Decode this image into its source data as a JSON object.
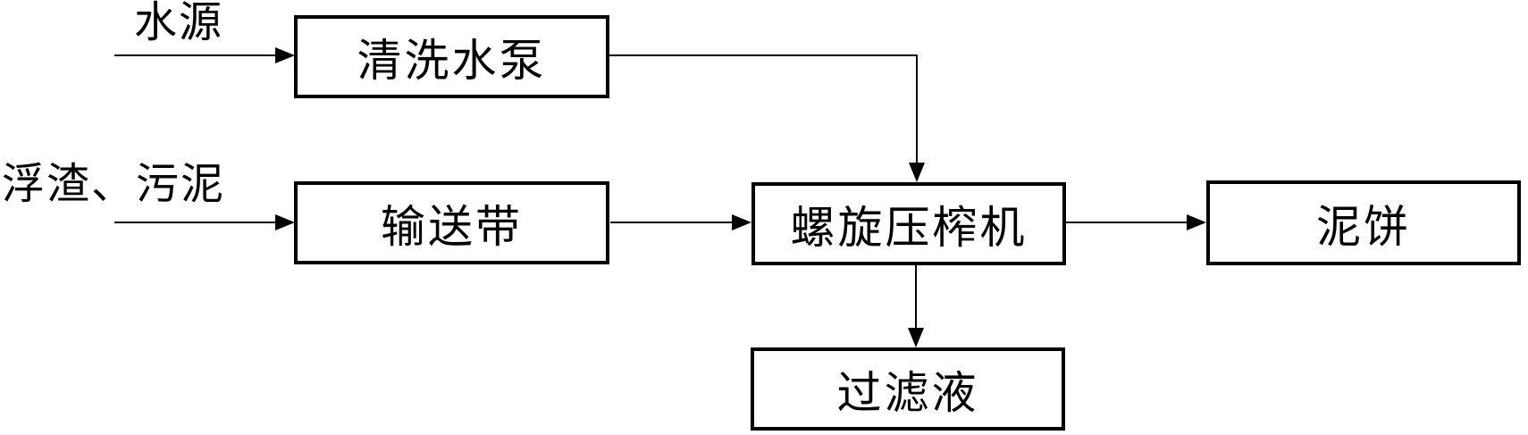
{
  "diagram": {
    "background_color": "#ffffff",
    "line_color": "#000000",
    "inputs": [
      {
        "id": "water-source",
        "label": "水源"
      },
      {
        "id": "scum-sludge",
        "label": "浮渣、污泥"
      }
    ],
    "nodes": [
      {
        "id": "cleaning-water-pump",
        "label": "清洗水泵"
      },
      {
        "id": "conveyor-belt",
        "label": "输送带"
      },
      {
        "id": "screw-press",
        "label": "螺旋压榨机"
      },
      {
        "id": "mud-cake",
        "label": "泥饼"
      },
      {
        "id": "filtrate",
        "label": "过滤液"
      }
    ],
    "edges": [
      {
        "from": "水源",
        "to": "清洗水泵",
        "shape": "straight"
      },
      {
        "from": "浮渣、污泥",
        "to": "输送带",
        "shape": "straight"
      },
      {
        "from": "清洗水泵",
        "to": "螺旋压榨机",
        "shape": "right-then-down"
      },
      {
        "from": "输送带",
        "to": "螺旋压榨机",
        "shape": "straight"
      },
      {
        "from": "螺旋压榨机",
        "to": "泥饼",
        "shape": "straight"
      },
      {
        "from": "螺旋压榨机",
        "to": "过滤液",
        "shape": "straight-down"
      }
    ]
  }
}
